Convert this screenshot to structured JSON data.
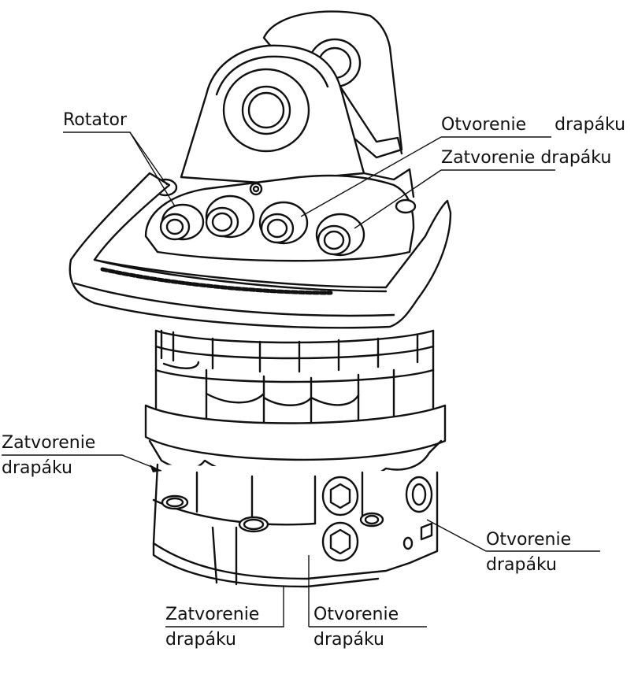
{
  "labels": {
    "rotator": "Rotator",
    "otvorenie_top": {
      "word1": "Otvorenie",
      "word2": "drapáku"
    },
    "zatvorenie_top": "Zatvorenie drapáku",
    "zatvorenie_left": {
      "line1": "Zatvorenie",
      "line2": "drapáku"
    },
    "otvorenie_right": {
      "line1": "Otvorenie",
      "line2": "drapáku"
    },
    "zatvorenie_bottom": {
      "line1": "Zatvorenie",
      "line2": "drapáku"
    },
    "otvorenie_bottom": {
      "line1": "Otvorenie",
      "line2": "drapáku"
    }
  },
  "colors": {
    "stroke": "#111111",
    "background": "#ffffff"
  }
}
